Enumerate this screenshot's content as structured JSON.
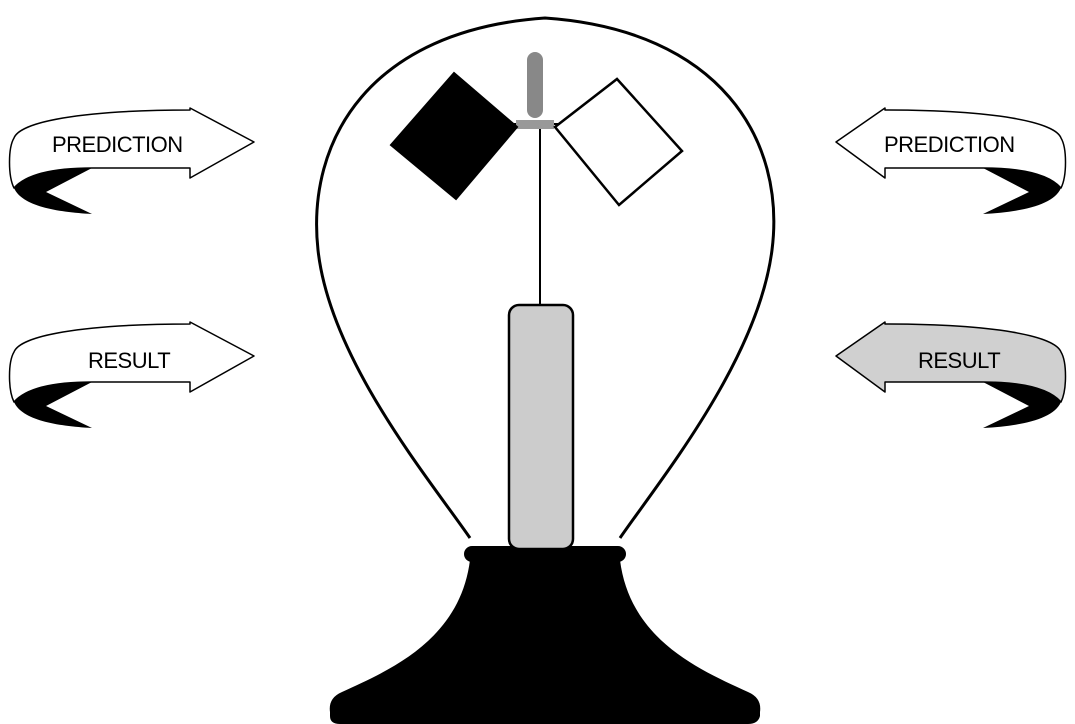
{
  "colors": {
    "background": "#ffffff",
    "outline": "#000000",
    "base": "#000000",
    "stand": "#cccccc",
    "spindle": "#888888",
    "result_right_fill": "#d0d0d0",
    "arrow_fill": "#ffffff"
  },
  "arrows": {
    "left_prediction": {
      "label": "PREDICTION",
      "direction": "right",
      "fill": "#ffffff"
    },
    "left_result": {
      "label": "RESULT",
      "direction": "right",
      "fill": "#ffffff"
    },
    "right_prediction": {
      "label": "PREDICTION",
      "direction": "left",
      "fill": "#ffffff"
    },
    "right_result": {
      "label": "RESULT",
      "direction": "left",
      "fill": "#d0d0d0"
    }
  },
  "radiometer": {
    "vanes": [
      {
        "side": "left",
        "fill": "#000000"
      },
      {
        "side": "right",
        "fill": "#ffffff"
      }
    ]
  }
}
